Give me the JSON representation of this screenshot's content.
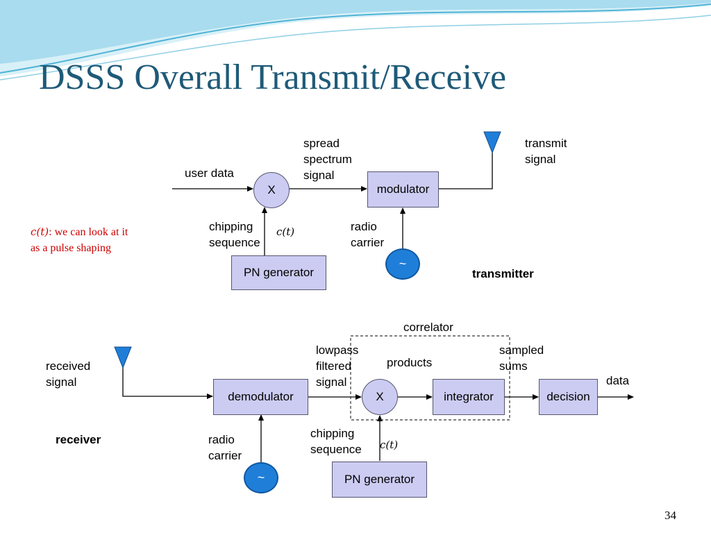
{
  "title": "DSSS Overall Transmit/Receive",
  "page_number": "34",
  "note": {
    "math": "c(t)",
    "line1": ": we can look at it",
    "line2": "as a pulse shaping"
  },
  "transmitter": {
    "section_label": "transmitter",
    "user_data": "user data",
    "multiplier": "X",
    "spread_line1": "spread",
    "spread_line2": "spectrum",
    "spread_line3": "signal",
    "modulator": "modulator",
    "transmit_line1": "transmit",
    "transmit_line2": "signal",
    "chipping_line1": "chipping",
    "chipping_line2": "sequence",
    "ct": "c(t)",
    "pn_generator": "PN generator",
    "radio_line1": "radio",
    "radio_line2": "carrier",
    "oscillator": "~"
  },
  "receiver": {
    "section_label": "receiver",
    "received_line1": "received",
    "received_line2": "signal",
    "demodulator": "demodulator",
    "lowpass_line1": "lowpass",
    "lowpass_line2": "filtered",
    "lowpass_line3": "signal",
    "correlator": "correlator",
    "products": "products",
    "multiplier": "X",
    "integrator": "integrator",
    "sampled_line1": "sampled",
    "sampled_line2": "sums",
    "decision": "decision",
    "data": "data",
    "chipping_line1": "chipping",
    "chipping_line2": "sequence",
    "ct": "c(t)",
    "pn_generator": "PN generator",
    "radio_line1": "radio",
    "radio_line2": "carrier",
    "oscillator": "~"
  },
  "colors": {
    "title": "#1f5a78",
    "block_fill": "#ccccf2",
    "oscillator": "#1f7fd8",
    "antenna": "#1f7fd8",
    "note": "#cc0000",
    "wave_light": "#bfe6f2",
    "wave_mid": "#4fb3d6"
  }
}
